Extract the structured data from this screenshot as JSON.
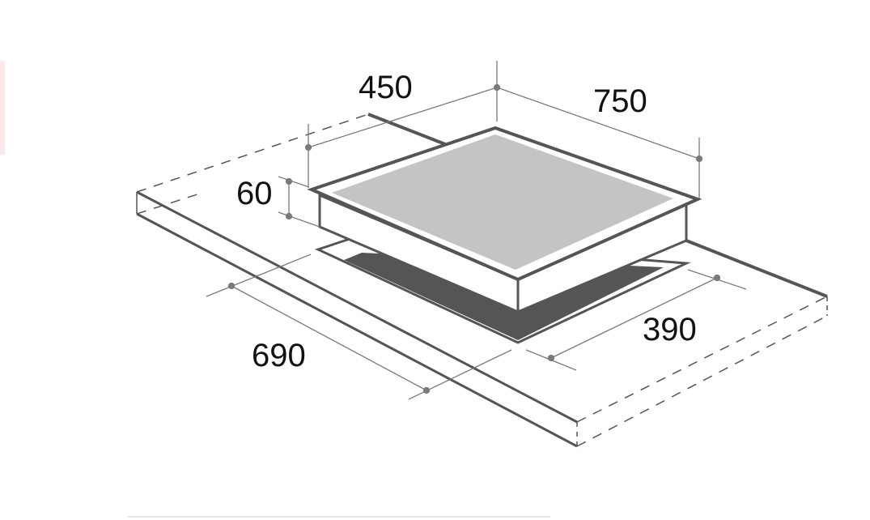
{
  "diagram": {
    "dimensions": {
      "depth_outer": "450",
      "width_outer": "750",
      "height": "60",
      "cutout_width": "690",
      "cutout_depth": "390"
    },
    "colors": {
      "line": "#555555",
      "dim_line": "#7a7a7a",
      "glass": "#c4c4c4",
      "cutout": "#555555",
      "accent": "#fde9ea"
    }
  }
}
